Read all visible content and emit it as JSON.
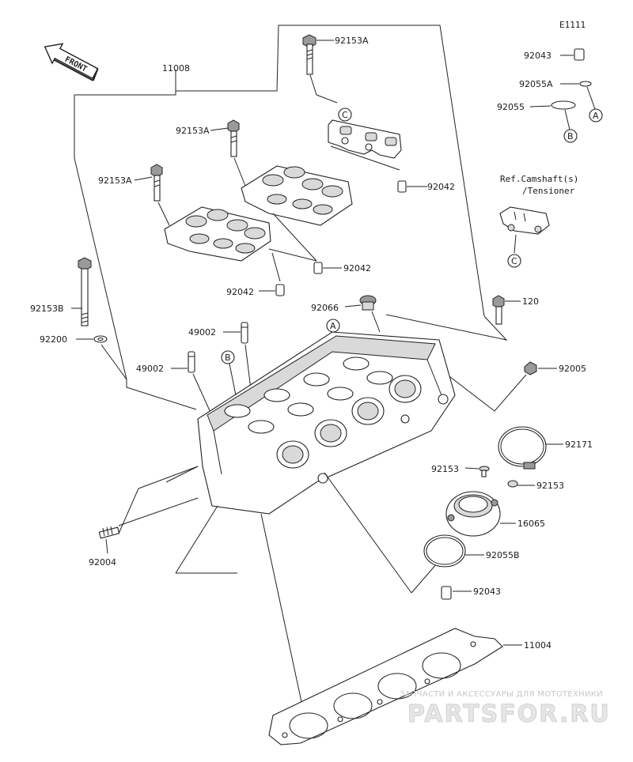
{
  "diagram_code": "E1111",
  "front_label": "FRONT",
  "labels": {
    "p11008": "11008",
    "p92153A_top": "92153A",
    "p92153A_mid": "92153A",
    "p92153A_left": "92153A",
    "p92153B": "92153B",
    "p92200": "92200",
    "p92042_a": "92042",
    "p92042_b": "92042",
    "p92042_c": "92042",
    "p92043_top": "92043",
    "p92055A": "92055A",
    "p92055": "92055",
    "p49002_a": "49002",
    "p49002_b": "49002",
    "p92066": "92066",
    "p120": "120",
    "p92005": "92005",
    "p92171": "92171",
    "p92153_a": "92153",
    "p92153_b": "92153",
    "p16065": "16065",
    "p92055B": "92055B",
    "p92004": "92004",
    "p92043_bot": "92043",
    "p11004": "11004"
  },
  "ref_note": {
    "line1": "Ref.Camshaft(s)",
    "line2": "/Tensioner"
  },
  "callouts": {
    "A1": "A",
    "A2": "A",
    "B1": "B",
    "B2": "B",
    "C1": "C",
    "C2": "C"
  },
  "watermark": {
    "small": "ЗАПЧАСТИ И АКСЕССУАРЫ ДЛЯ МОТОТЕХНИКИ",
    "big": "PARTSFOR.RU"
  }
}
